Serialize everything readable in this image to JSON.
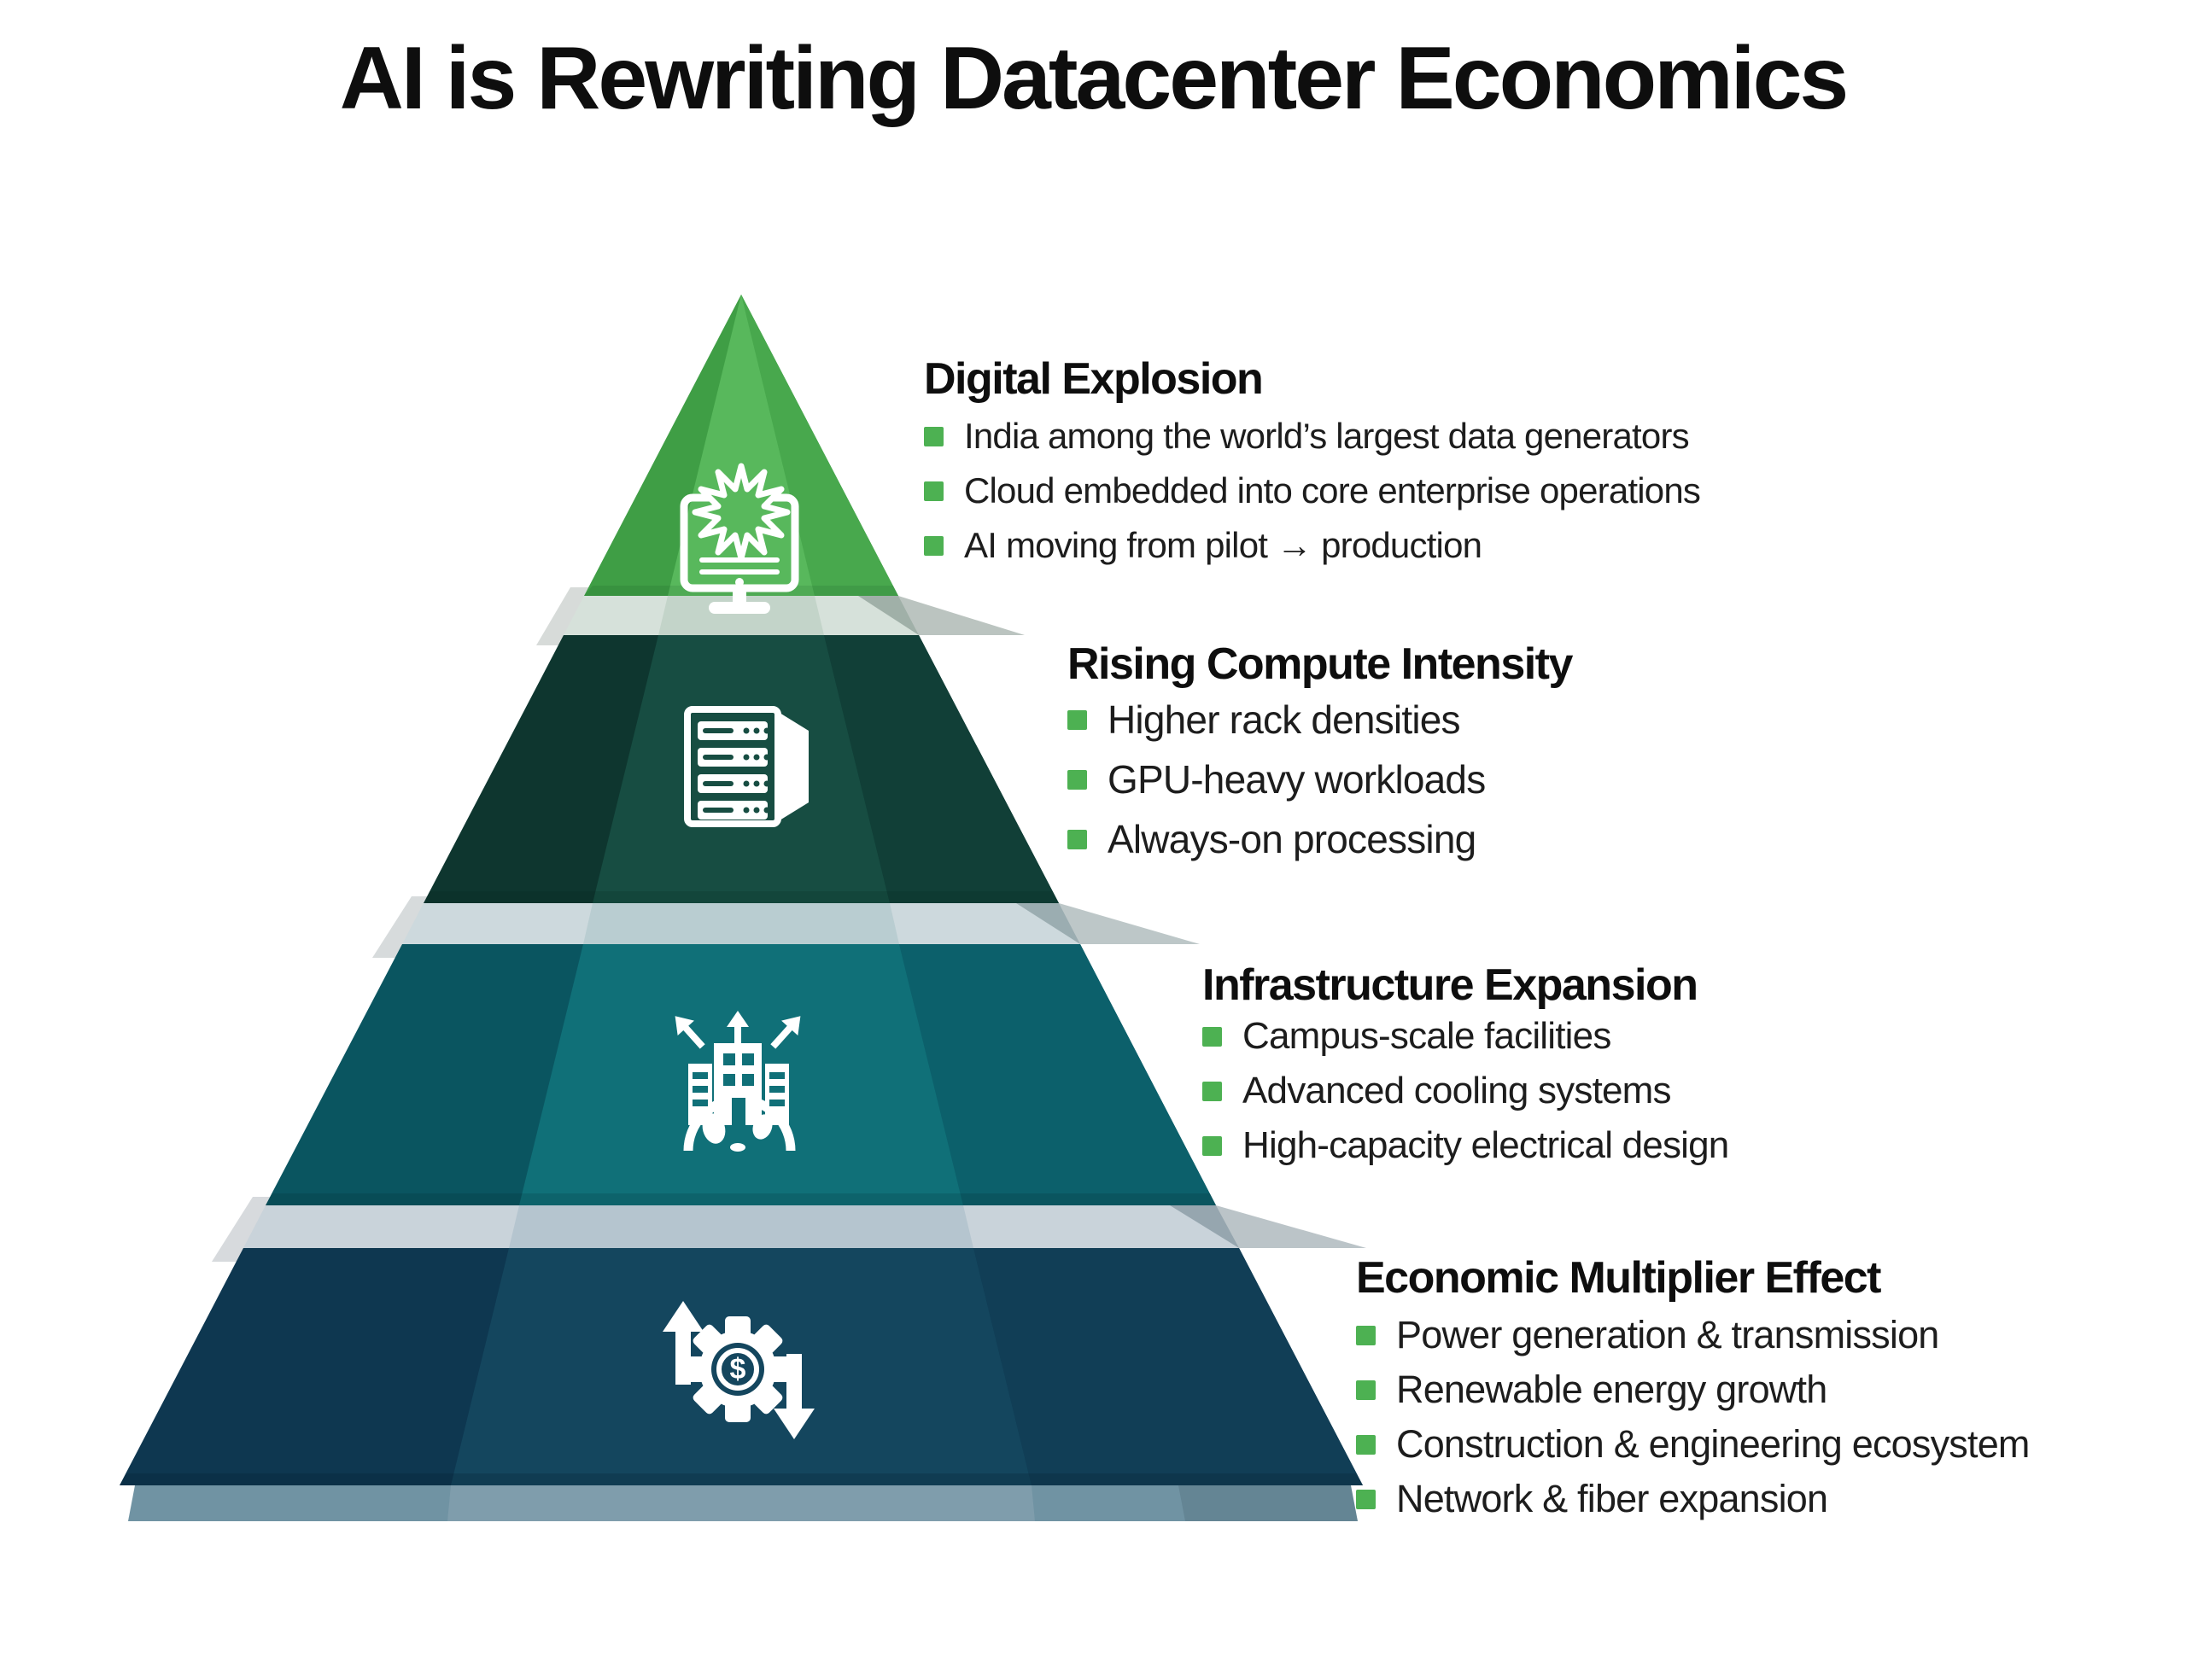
{
  "title": "AI is Rewriting Datacenter Economics",
  "icons": {
    "dollar_glyph": "$",
    "tier_icons": [
      "monitor-burst-icon",
      "server-rack-icon",
      "city-globe-expansion-icon",
      "gear-dollar-arrows-icon"
    ]
  },
  "colors": {
    "title-color": "#0e0e0e",
    "text-color": "#1d1d1d",
    "green-accent": "#4db152",
    "t1-side": "#3f9e45",
    "t1-right": "#48a84d",
    "t1-center": "#58b85c",
    "t2-side": "#0e362f",
    "t2-right": "#113f37",
    "t2-center": "#174d42",
    "t3-side": "#0a5560",
    "t3-right": "#0c606b",
    "t3-center": "#107078",
    "t4-side": "#0e3750",
    "t4-right": "#113e56",
    "t4-center": "#14465e",
    "band1": "#d6e1da",
    "band1-center": "#c3d4c9",
    "band2": "#cdd9dd",
    "band2-center": "#b9cdd1",
    "band3": "#c9d3da",
    "band3-center": "#b5c5cf",
    "strip": "#7093a3",
    "strip-center": "#7f9dac"
  },
  "tiers": [
    {
      "heading": "Digital Explosion",
      "icon": "monitor-burst-icon",
      "bullets": [
        "India among the world’s largest data generators",
        "Cloud embedded into core enterprise operations",
        "AI moving from pilot → production"
      ]
    },
    {
      "heading": "Rising Compute Intensity",
      "icon": "server-rack-icon",
      "bullets": [
        "Higher rack densities",
        "GPU-heavy workloads",
        "Always-on processing"
      ]
    },
    {
      "heading": "Infrastructure Expansion",
      "icon": "city-globe-expansion-icon",
      "bullets": [
        "Campus-scale facilities",
        "Advanced cooling systems",
        "High-capacity electrical design"
      ]
    },
    {
      "heading": "Economic Multiplier Effect",
      "icon": "gear-dollar-arrows-icon",
      "bullets": [
        "Power generation & transmission",
        "Renewable energy growth",
        "Construction & engineering ecosystem",
        "Network & fiber expansion"
      ]
    }
  ]
}
